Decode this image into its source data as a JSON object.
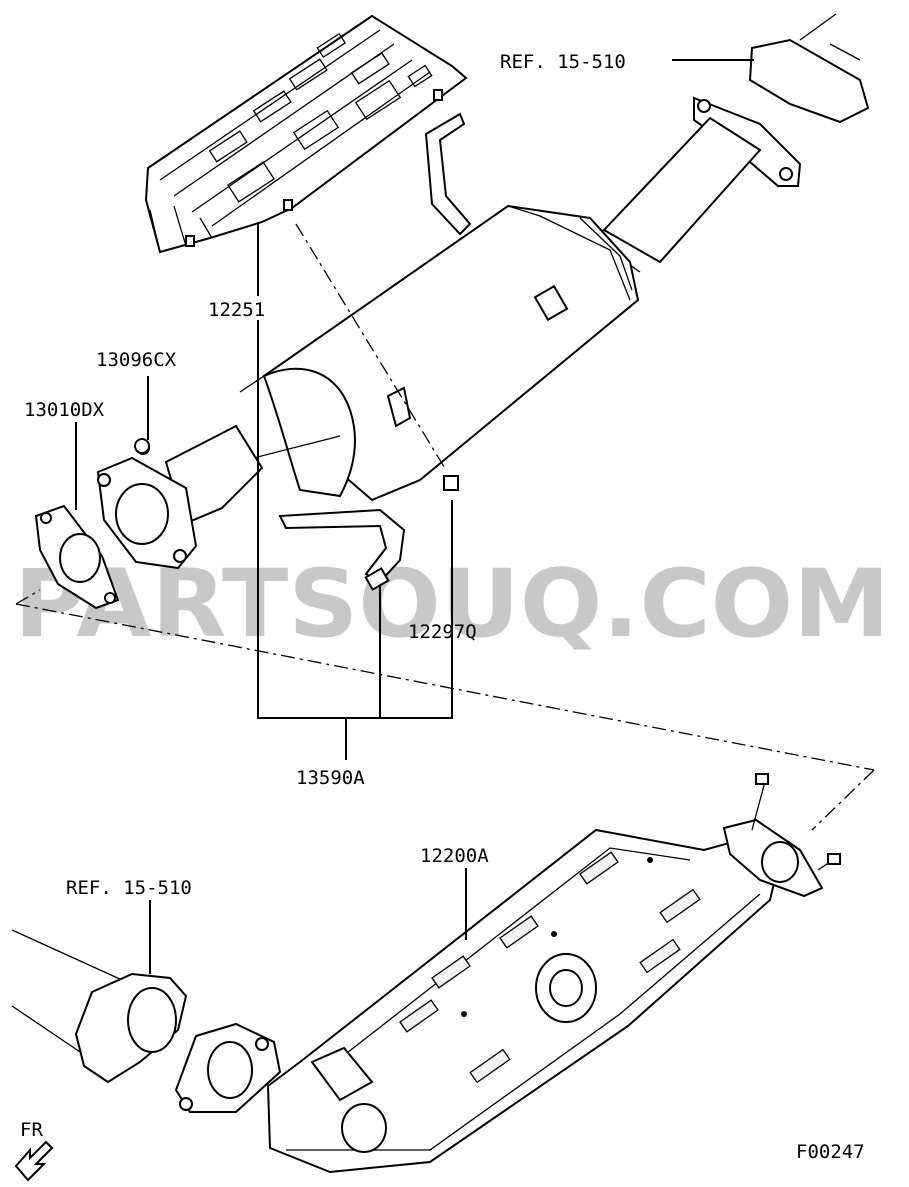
{
  "watermark": "PARTSOUQ.COM",
  "figure_code": "F00247",
  "direction_label": "FR",
  "labels": {
    "ref_top": "REF. 15-510",
    "ref_bottom": "REF. 15-510",
    "heat_protector": "12251",
    "nut": "13096CX",
    "gasket": "13010DX",
    "bolt": "12297Q",
    "assy": "13590A",
    "converter": "12200A"
  }
}
